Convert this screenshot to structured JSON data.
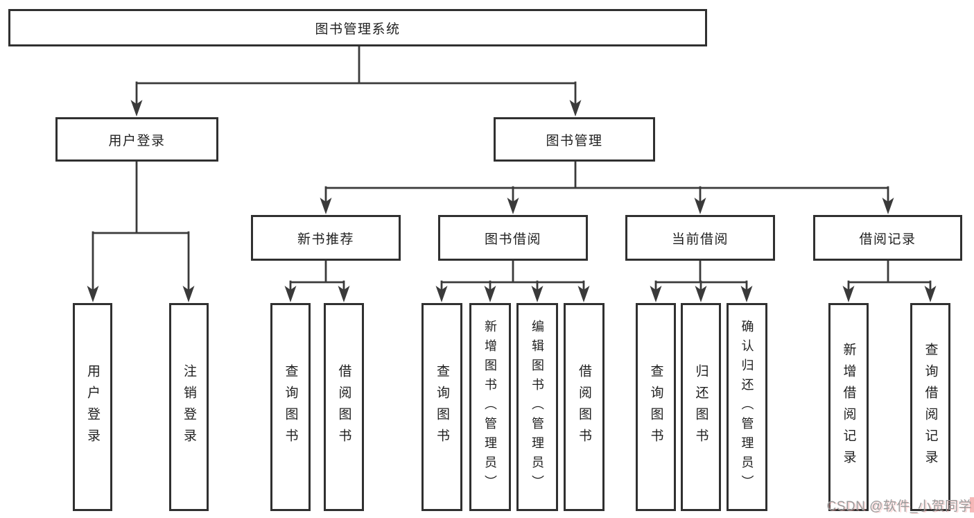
{
  "title": "图书管理系统",
  "colors": {
    "line": "#3a3a3a",
    "box_border": "#303030",
    "box_fill": "#ffffff",
    "text": "#1f1f1f",
    "background": "#ffffff",
    "watermark_gray": "#9a9a9a",
    "watermark_pink": "#f2a0a0"
  },
  "nodes": {
    "root": {
      "label": "图书管理系统"
    },
    "user_login": {
      "label": "用户登录"
    },
    "book_mgmt": {
      "label": "图书管理"
    },
    "new_book_rec": {
      "label": "新书推荐"
    },
    "book_borrow": {
      "label": "图书借阅"
    },
    "current_borrow": {
      "label": "当前借阅"
    },
    "borrow_records": {
      "label": "借阅记录"
    },
    "leaf_user_login": {
      "label": "用户登录"
    },
    "leaf_logout": {
      "label": "注销登录"
    },
    "leaf_query_book_new": {
      "label": "查询图书"
    },
    "leaf_borrow_book_new": {
      "label": "借阅图书"
    },
    "leaf_query_book_borrow": {
      "label": "查询图书"
    },
    "leaf_add_book": {
      "label": "新增图书（管理员）"
    },
    "leaf_edit_book": {
      "label": "编辑图书（管理员）"
    },
    "leaf_borrow_book_borrow": {
      "label": "借阅图书"
    },
    "leaf_query_book_current": {
      "label": "查询图书"
    },
    "leaf_return_book": {
      "label": "归还图书"
    },
    "leaf_confirm_return": {
      "label": "确认归还（管理员）"
    },
    "leaf_add_borrow_record": {
      "label": "新增借阅记录"
    },
    "leaf_query_borrow_record": {
      "label": "查询借阅记录"
    }
  },
  "watermark": {
    "text": "CSDN @软件_小贺同学"
  }
}
